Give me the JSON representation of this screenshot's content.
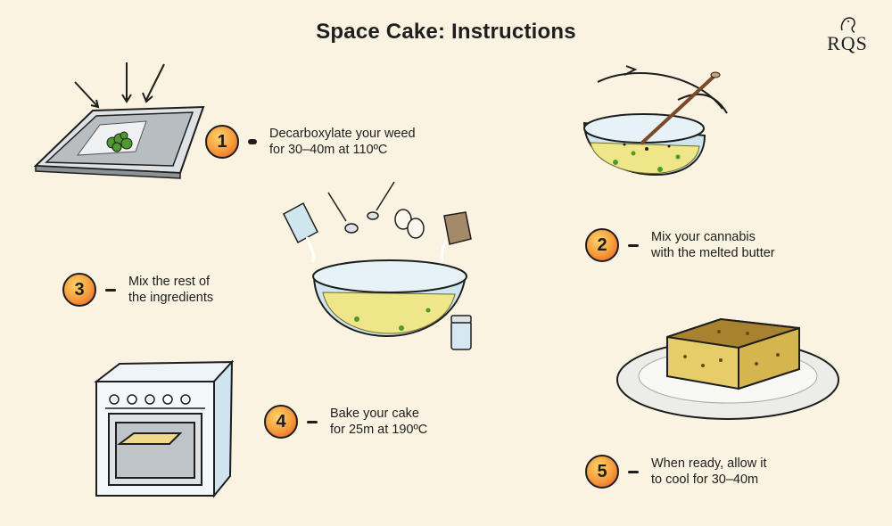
{
  "title": "Space Cake: Instructions",
  "logo": {
    "text": "RQS",
    "icon": "lion-icon"
  },
  "steps": [
    {
      "number": "1",
      "line1": "Decarboxylate your weed",
      "line2": "for 30–40m at 110ºC"
    },
    {
      "number": "2",
      "line1": "Mix your cannabis",
      "line2": "with the melted butter"
    },
    {
      "number": "3",
      "line1": "Mix the rest of",
      "line2": "the ingredients"
    },
    {
      "number": "4",
      "line1": "Bake your cake",
      "line2": "for 25m at 190ºC"
    },
    {
      "number": "5",
      "line1": "When ready, allow it",
      "line2": "to cool for 30–40m"
    }
  ],
  "illustrations": [
    "baking-tray-with-cannabis",
    "mixing-bowl-with-spoon",
    "ingredients-into-bowl",
    "oven",
    "cake-on-plate"
  ],
  "colors": {
    "background": "#fbf3e2",
    "badge": "#f59a3a",
    "ink": "#1e1e1e"
  }
}
